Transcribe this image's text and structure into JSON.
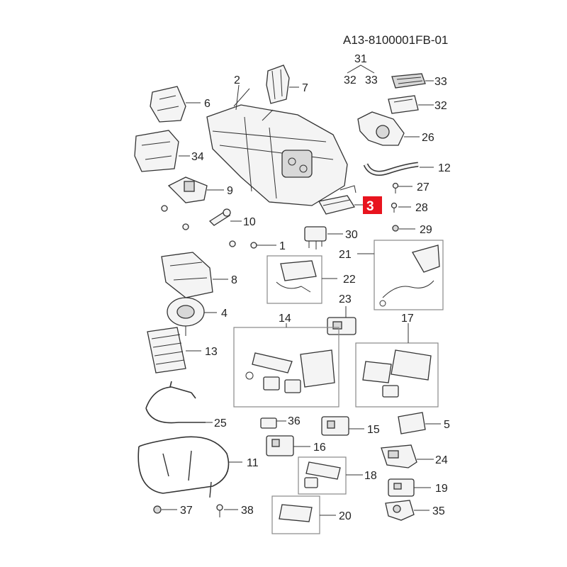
{
  "doc_code": "A13-8100001FB-01",
  "highlight_color": "#e8141e",
  "highlight_part": "3",
  "group_top": "31",
  "group_children": [
    "32",
    "33"
  ],
  "callouts": [
    "33",
    "32",
    "26",
    "12",
    "27",
    "28",
    "29",
    "30",
    "21",
    "22",
    "23",
    "1",
    "2",
    "7",
    "6",
    "34",
    "9",
    "10",
    "8",
    "4",
    "13",
    "14",
    "17",
    "25",
    "36",
    "15",
    "5",
    "16",
    "24",
    "11",
    "18",
    "19",
    "37",
    "38",
    "20",
    "35"
  ]
}
